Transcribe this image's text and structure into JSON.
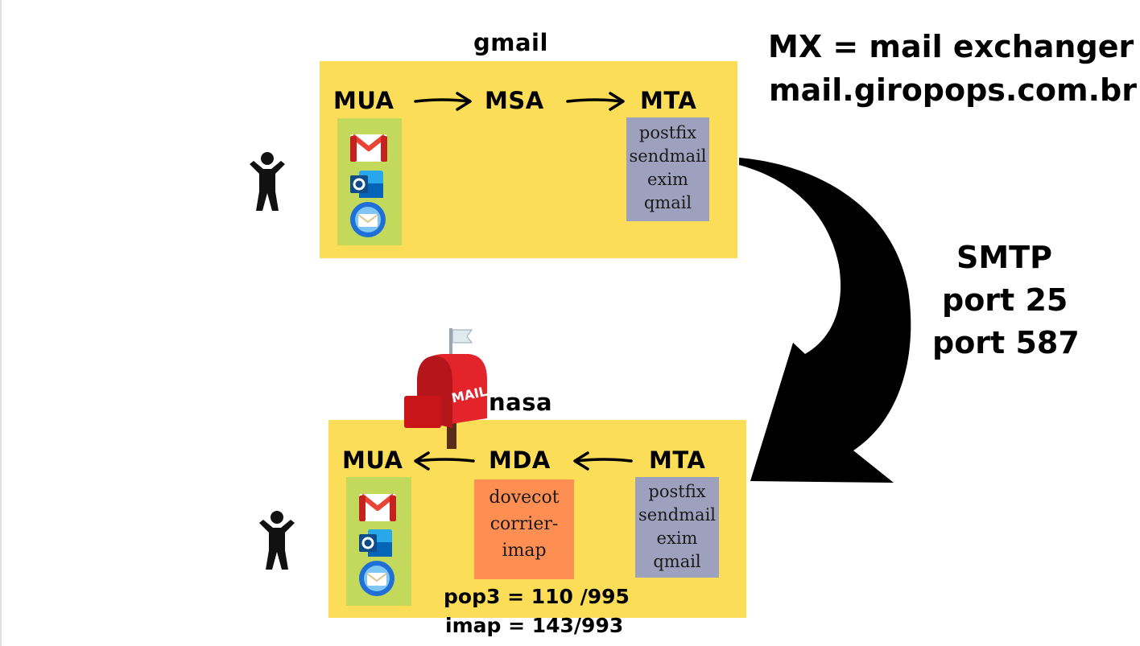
{
  "top": {
    "name": "gmail",
    "nodes": {
      "mua": "MUA",
      "msa": "MSA",
      "mta": "MTA"
    },
    "mta_software": [
      "postfix",
      "sendmail",
      "exim",
      "qmail"
    ],
    "client_icons": [
      "gmail-icon",
      "outlook-icon",
      "thunderbird-icon"
    ]
  },
  "bottom": {
    "name": "nasa",
    "nodes": {
      "mua": "MUA",
      "mda": "MDA",
      "mta": "MTA"
    },
    "mda_software": [
      "dovecot",
      "corrier-",
      "imap"
    ],
    "mta_software": [
      "postfix",
      "sendmail",
      "exim",
      "qmail"
    ],
    "client_icons": [
      "gmail-icon",
      "outlook-icon",
      "thunderbird-icon"
    ],
    "mailbox_label": "MAIL",
    "ports": [
      "pop3 = 110 /995",
      "imap = 143/993"
    ]
  },
  "mx": {
    "line1": "MX = mail exchanger",
    "line2": "mail.giropops.com.br"
  },
  "smtp": {
    "line1": "SMTP",
    "line2": "port 25",
    "line3": "port 587"
  },
  "colors": {
    "panel": "#fbdd58",
    "client_box": "#c3d95b",
    "mta_box": "#9ea1bd",
    "mda_box": "#ff8e53",
    "mailbox_red": "#e3242b"
  }
}
